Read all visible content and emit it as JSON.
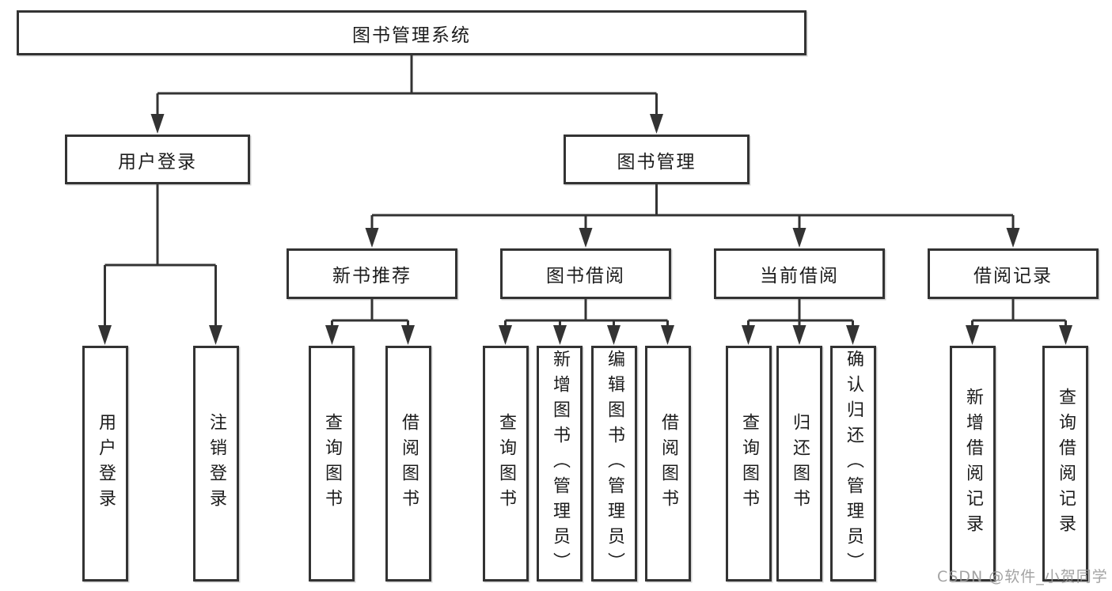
{
  "diagram": {
    "root": {
      "label": "图书管理系统"
    },
    "level2": [
      {
        "label": "用户登录"
      },
      {
        "label": "图书管理"
      }
    ],
    "level3": [
      {
        "label": "新书推荐"
      },
      {
        "label": "图书借阅"
      },
      {
        "label": "当前借阅"
      },
      {
        "label": "借阅记录"
      }
    ],
    "leaves": {
      "user_login": [
        "用户登录",
        "注销登录"
      ],
      "new_book_recommend": [
        "查询图书",
        "借阅图书"
      ],
      "book_borrow": [
        "查询图书",
        "新增图书（管理员）",
        "编辑图书（管理员）",
        "借阅图书"
      ],
      "current_borrow": [
        "查询图书",
        "归还图书",
        "确认归还（管理员）"
      ],
      "borrow_records": [
        "新增借阅记录",
        "查询借阅记录"
      ]
    }
  },
  "watermark": {
    "text": "CSDN @软件_小贺同学"
  },
  "colors": {
    "line": "#333333",
    "box_border": "#333333",
    "text": "#1c1c1c",
    "background": "#ffffff",
    "watermark": "#969696"
  }
}
